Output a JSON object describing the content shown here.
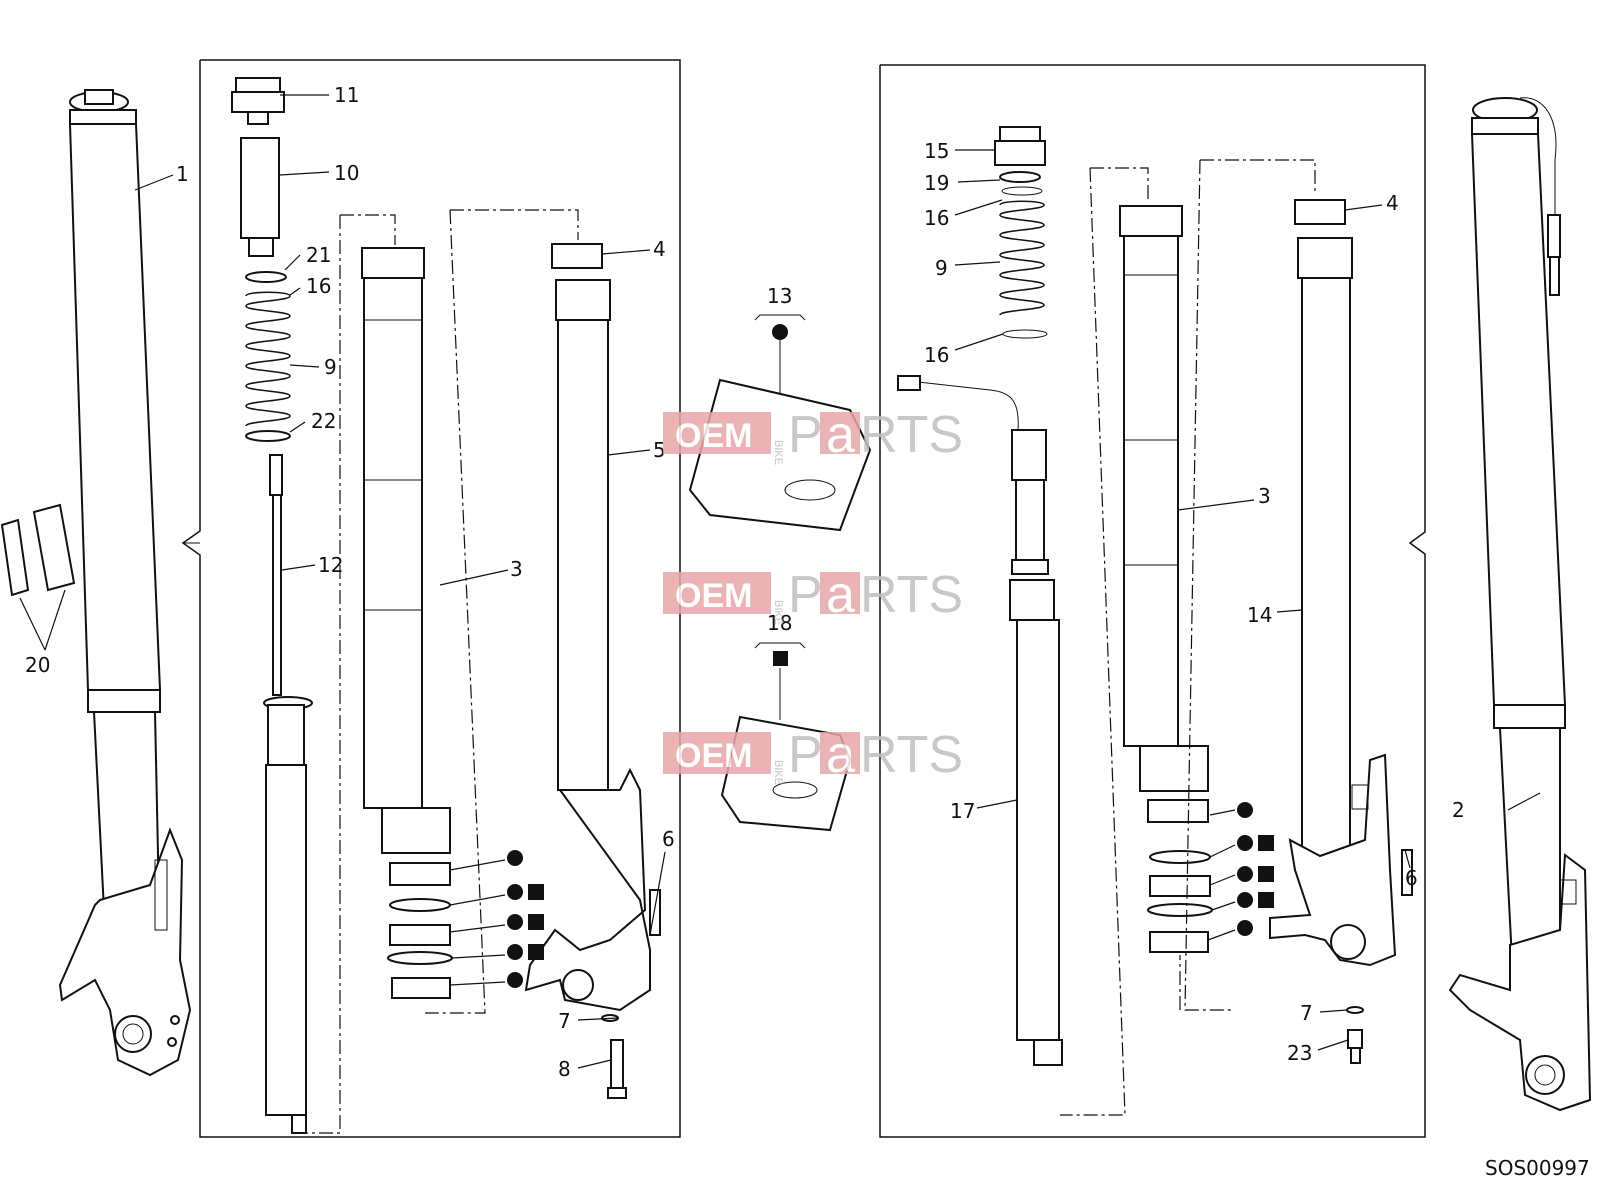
{
  "diagram": {
    "code": "SOS00997",
    "callouts": {
      "left_fork": "1",
      "right_fork": "2",
      "screw_plug_left": "11",
      "cartridge_cap": "10",
      "washer_21": "21",
      "preload_ring_left_upper": "16",
      "spring_left": "9",
      "washer_22": "22",
      "damper_rod": "12",
      "tube_left": "3",
      "bushing_left": "4",
      "slider_left": "5",
      "bolt_6_left": "6",
      "washer_7_left": "7",
      "bolt_8": "8",
      "reflectors": "20",
      "kit_13": "13",
      "kit_18": "18",
      "screw_plug_right": "15",
      "washer_19": "19",
      "preload_ring_right_upper": "16",
      "spring_right": "9",
      "preload_ring_right_lower": "16",
      "cartridge_17": "17",
      "tube_right": "3",
      "slider_right": "14",
      "bushing_right": "4",
      "bolt_6_right": "6",
      "washer_7_right": "7",
      "bolt_23": "23"
    },
    "legend_symbols": {
      "kit_13": "circle",
      "kit_18": "square"
    },
    "watermark": {
      "oem": "OEM",
      "bike": "BIKE",
      "parts_p": "P",
      "parts_a": "a",
      "parts_rest": "RTS",
      "color": "#e8a6a6"
    }
  }
}
